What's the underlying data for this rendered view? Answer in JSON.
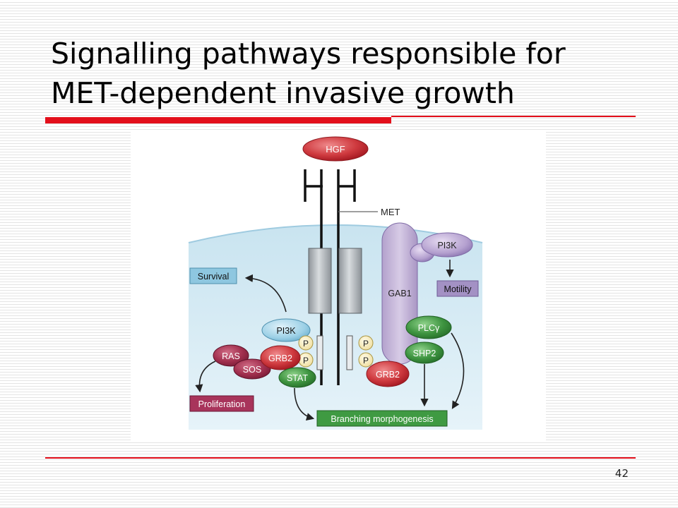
{
  "slide": {
    "title_line1": "Signalling pathways responsible for",
    "title_line2": "MET-dependent invasive growth",
    "page_number": "42"
  },
  "diagram": {
    "ligand": "HGF",
    "receptor": "MET",
    "adaptor": "GAB1",
    "phospho": "P",
    "nodes": {
      "pi3k_top": "PI3K",
      "motility": "Motility",
      "survival": "Survival",
      "pi3k_left": "PI3K",
      "plcg": "PLCγ",
      "shp2": "SHP2",
      "ras": "RAS",
      "sos": "SOS",
      "grb2_left": "GRB2",
      "stat": "STAT",
      "grb2_right": "GRB2",
      "proliferation": "Proliferation",
      "branching": "Branching morphogenesis"
    }
  },
  "colors": {
    "red_protein": "#c8323a",
    "cell": "#d4eaf3",
    "receptor_box": "#a9aeb2",
    "gab1": "#c6b6d8",
    "green_protein": "#3e9440",
    "blue_protein": "#9cd0e6",
    "accent_rule": "#e30f1b"
  }
}
